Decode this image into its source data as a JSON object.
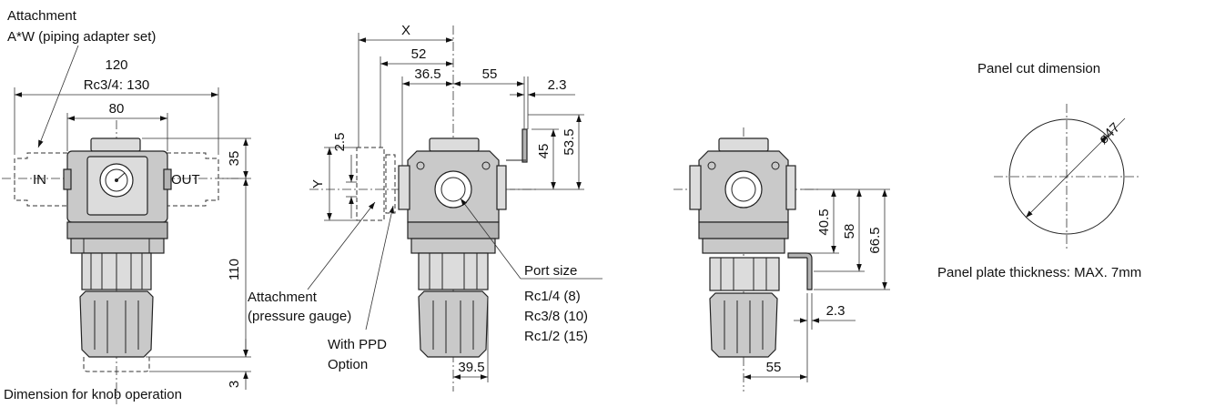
{
  "labels": {
    "attachment_line1": "Attachment",
    "attachment_line2": "A*W (piping adapter set)",
    "port_in": "IN",
    "port_out": "OUT",
    "knob_note": "Dimension for knob operation",
    "gauge_line1": "Attachment",
    "gauge_line2": "(pressure gauge)",
    "ppd_line1": "With PPD",
    "ppd_line2": "Option",
    "port_size_title": "Port size",
    "port_size_1": "Rc1/4 (8)",
    "port_size_2": "Rc3/8 (10)",
    "port_size_3": "Rc1/2 (15)",
    "panel_title": "Panel cut dimension",
    "panel_note": "Panel plate thickness: MAX. 7mm"
  },
  "dimensions": {
    "width_120": "120",
    "width_rc34": "Rc3/4: 130",
    "width_80": "80",
    "h_35": "35",
    "h_110": "110",
    "h_3": "3",
    "x": "X",
    "d_52": "52",
    "d_36_5": "36.5",
    "d_55_top": "55",
    "d_2_3_top": "2.3",
    "d_2_5": "2.5",
    "y": "Y",
    "d_45": "45",
    "d_53_5": "53.5",
    "d_39_5": "39.5",
    "d_40_5": "40.5",
    "d_58": "58",
    "d_66_5": "66.5",
    "d_2_3_bottom": "2.3",
    "d_55_bottom": "55",
    "dia_47": "ø47"
  },
  "colors": {
    "body": "#c9c9c9",
    "line": "#222222",
    "background": "#ffffff"
  }
}
